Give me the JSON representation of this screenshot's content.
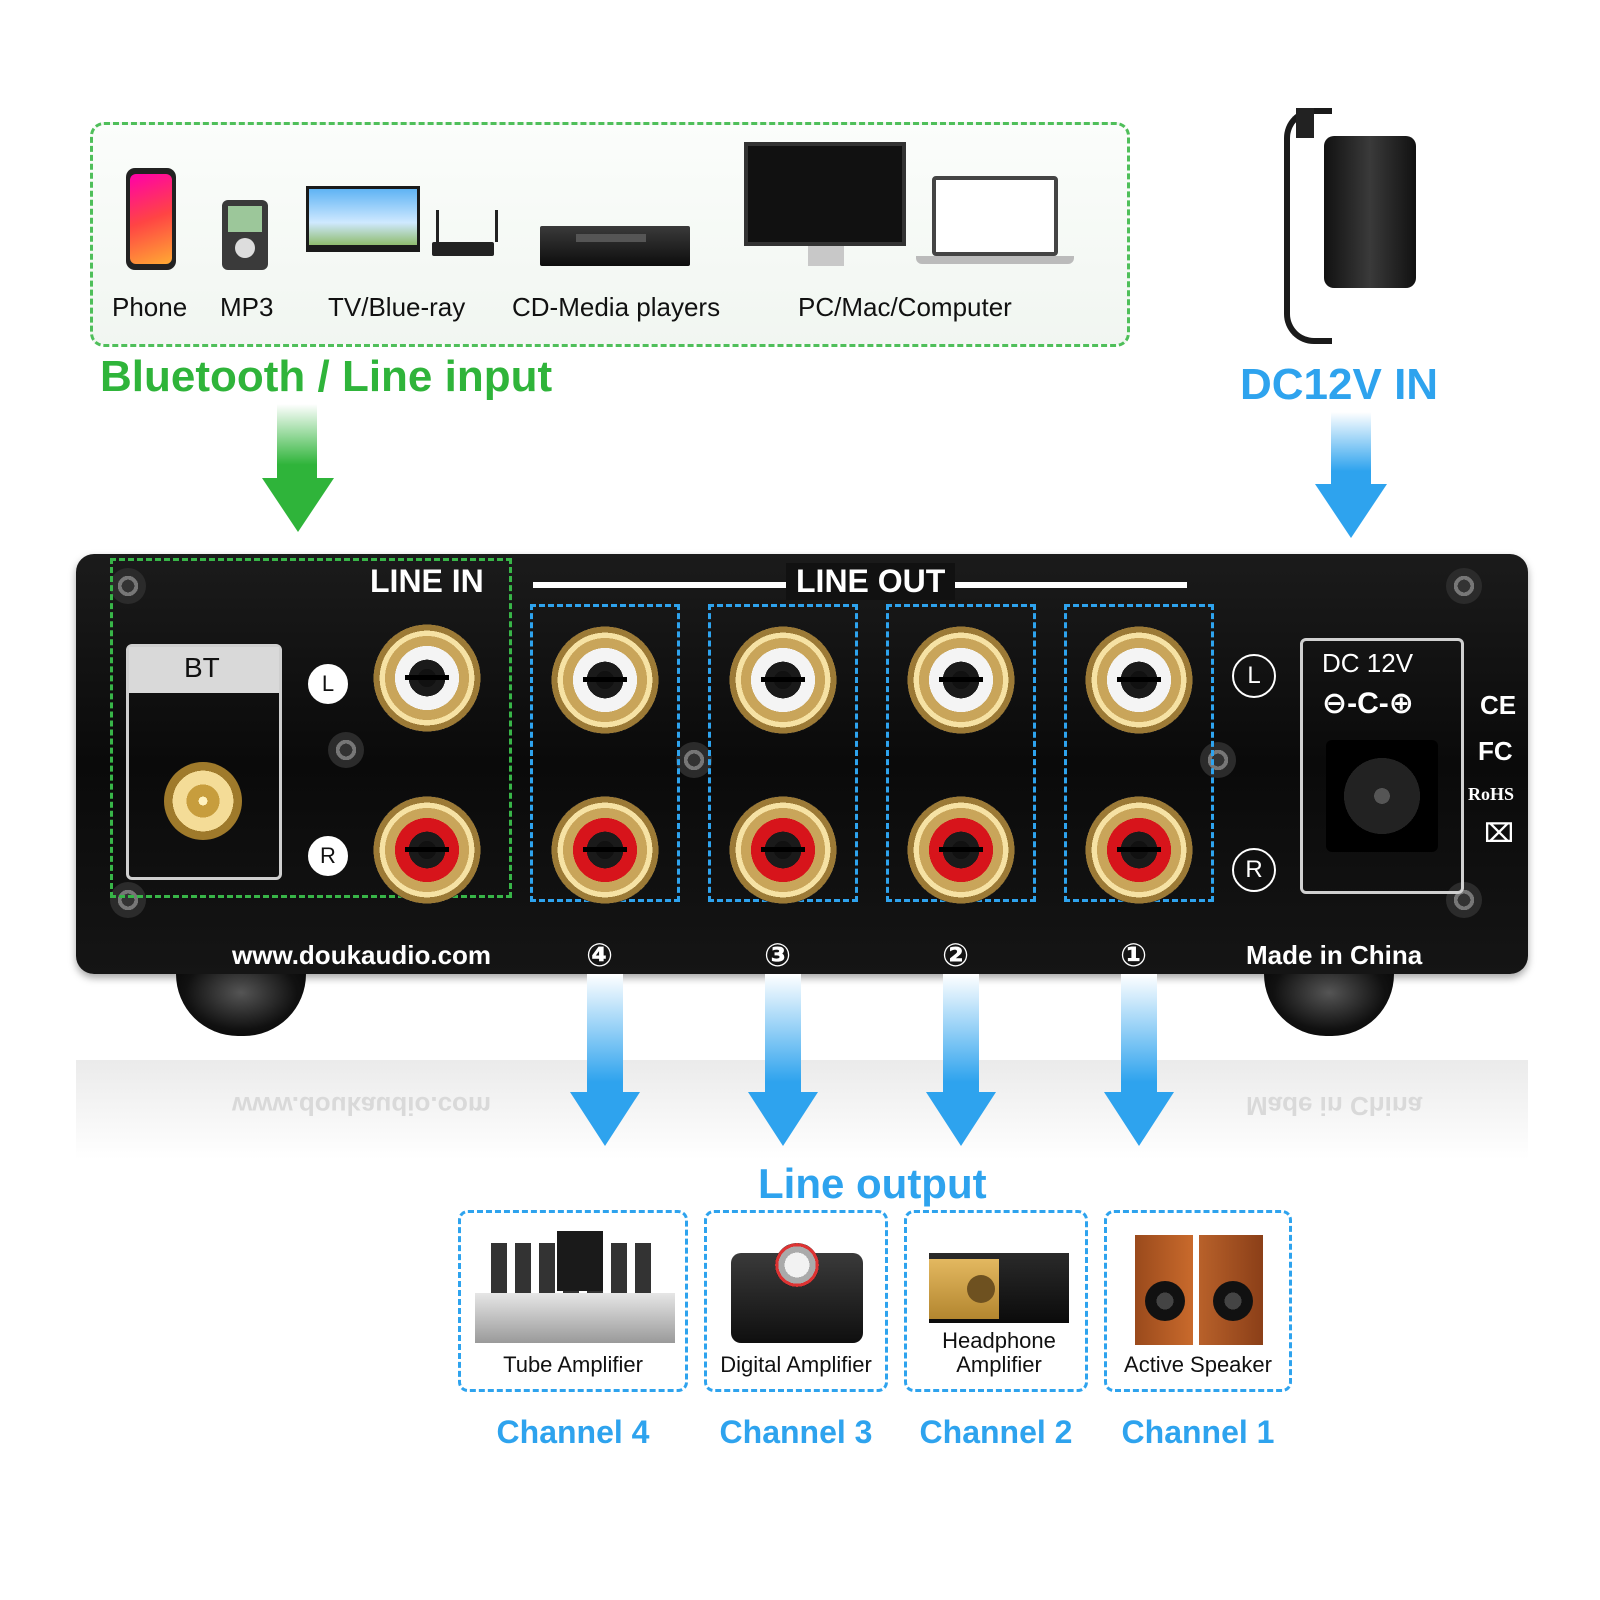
{
  "inputs": {
    "devices": [
      {
        "label": "Phone"
      },
      {
        "label": "MP3"
      },
      {
        "label": "TV/Blue-ray"
      },
      {
        "label": "CD-Media players"
      },
      {
        "label": "PC/Mac/Computer"
      }
    ],
    "title": "Bluetooth / Line input"
  },
  "power": {
    "title": "DC12V IN"
  },
  "panel": {
    "line_in": "LINE IN",
    "line_out": "LINE OUT",
    "bt": "BT",
    "left": "L",
    "right": "R",
    "dc_label": "DC 12V",
    "polarity": "⊖-C-⊕",
    "website": "www.doukaudio.com",
    "made_in": "Made in China",
    "channel_numbers": [
      "④",
      "③",
      "②",
      "①"
    ],
    "cert_marks": [
      "CE",
      "FC",
      "RoHS",
      "⌧"
    ]
  },
  "outputs": {
    "title": "Line output",
    "devices": [
      {
        "label": "Tube Amplifier",
        "channel": "Channel 4"
      },
      {
        "label": "Digital Amplifier",
        "channel": "Channel 3"
      },
      {
        "label": "Headphone Amplifier",
        "channel": "Channel 2"
      },
      {
        "label": "Active Speaker",
        "channel": "Channel 1"
      }
    ]
  },
  "colors": {
    "green_accent": "#2fb43a",
    "blue_accent": "#2ea3ee",
    "chassis": "#111111"
  }
}
